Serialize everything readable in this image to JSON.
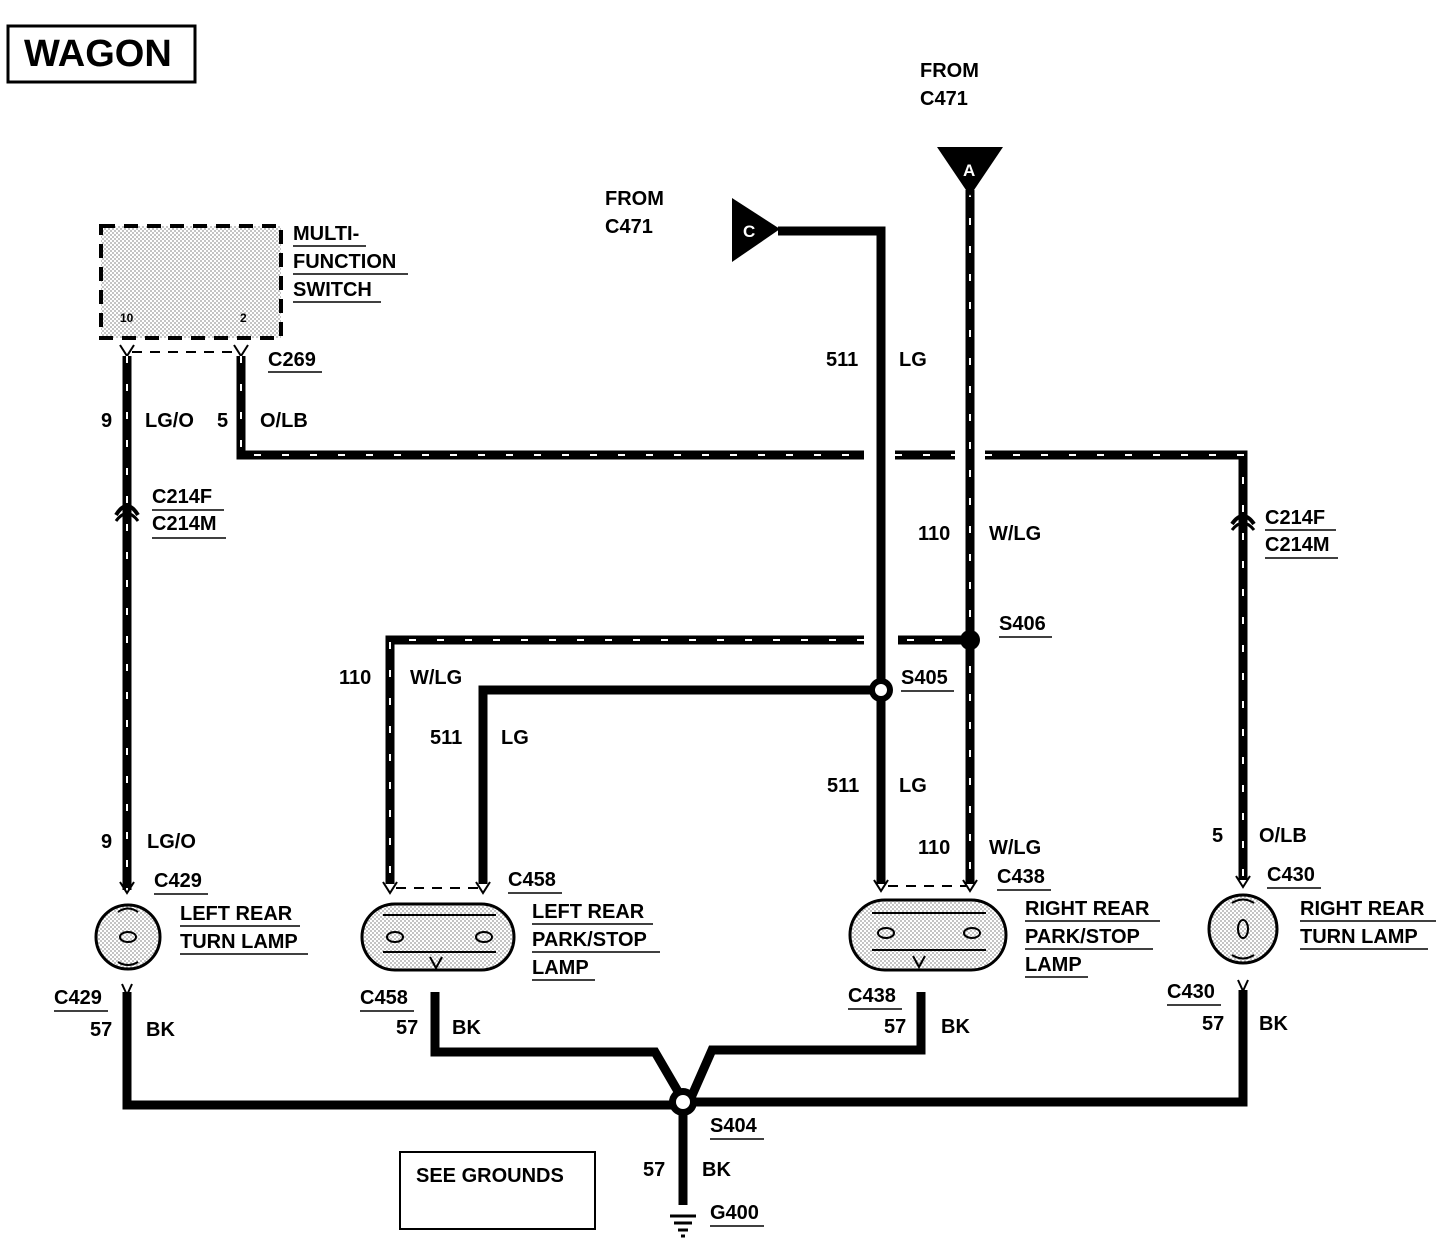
{
  "title": "WAGON",
  "switch": {
    "name_lines": [
      "MULTI-",
      "FUNCTION",
      "SWITCH"
    ],
    "pin_left": "10",
    "pin_right": "2",
    "connector": "C269"
  },
  "refs": {
    "c": {
      "from": "FROM",
      "connector": "C471",
      "letter": "C"
    },
    "a": {
      "from": "FROM",
      "connector": "C471",
      "letter": "A"
    }
  },
  "inline_left": {
    "female": "C214F",
    "male": "C214M"
  },
  "inline_right": {
    "female": "C214F",
    "male": "C214M"
  },
  "wires": {
    "lgo_top": {
      "circuit": "9",
      "color": "LG/O"
    },
    "olb_top": {
      "circuit": "5",
      "color": "O/LB"
    },
    "lg_feed": {
      "circuit": "511",
      "color": "LG"
    },
    "wlg_feed": {
      "circuit": "110",
      "color": "W/LG"
    },
    "wlg_left": {
      "circuit": "110",
      "color": "W/LG"
    },
    "lg_left": {
      "circuit": "511",
      "color": "LG"
    },
    "lg_right": {
      "circuit": "511",
      "color": "LG"
    },
    "wlg_right": {
      "circuit": "110",
      "color": "W/LG"
    },
    "lgo_bottom": {
      "circuit": "9",
      "color": "LG/O"
    },
    "olb_bottom": {
      "circuit": "5",
      "color": "O/LB"
    },
    "bk_1": {
      "circuit": "57",
      "color": "BK"
    },
    "bk_2": {
      "circuit": "57",
      "color": "BK"
    },
    "bk_3": {
      "circuit": "57",
      "color": "BK"
    },
    "bk_4": {
      "circuit": "57",
      "color": "BK"
    },
    "bk_ground": {
      "circuit": "57",
      "color": "BK"
    }
  },
  "splices": {
    "s406": "S406",
    "s405": "S405",
    "s404": "S404"
  },
  "lamps": {
    "left_turn": {
      "connector_top": "C429",
      "connector_bottom": "C429",
      "name_lines": [
        "LEFT REAR",
        "TURN LAMP"
      ]
    },
    "left_park": {
      "connector_top": "C458",
      "connector_bottom": "C458",
      "name_lines": [
        "LEFT REAR",
        "PARK/STOP",
        "LAMP"
      ]
    },
    "right_park": {
      "connector_top": "C438",
      "connector_bottom": "C438",
      "name_lines": [
        "RIGHT REAR",
        "PARK/STOP",
        "LAMP"
      ]
    },
    "right_turn": {
      "connector_top": "C430",
      "connector_bottom": "C430",
      "name_lines": [
        "RIGHT REAR",
        "TURN LAMP"
      ]
    }
  },
  "ground": {
    "name": "G400",
    "note": "SEE GROUNDS"
  }
}
